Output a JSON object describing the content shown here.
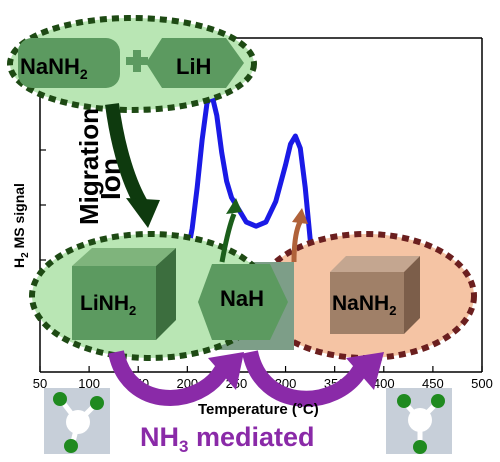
{
  "chart_data": {
    "type": "line",
    "xlabel": "Temperature (°C)",
    "ylabel_main": "H",
    "ylabel_sub": "2",
    "ylabel_rest": " MS signal",
    "x_ticks": [
      "50",
      "100",
      "150",
      "200",
      "250",
      "300",
      "350",
      "400",
      "450",
      "500"
    ],
    "xlim": [
      50,
      500
    ],
    "series": [
      {
        "color": "#1a1ae6",
        "x": [
          50,
          70,
          100,
          130,
          160,
          180,
          190,
          200,
          205,
          210,
          215,
          220,
          225,
          230,
          235,
          240,
          245,
          250,
          255,
          260,
          270,
          280,
          290,
          300,
          305,
          310,
          315,
          320,
          325,
          330,
          340,
          350
        ],
        "y": [
          0.02,
          0.03,
          0.04,
          0.06,
          0.09,
          0.12,
          0.15,
          0.22,
          0.35,
          0.55,
          0.78,
          0.96,
          1.0,
          0.9,
          0.72,
          0.58,
          0.5,
          0.46,
          0.42,
          0.38,
          0.36,
          0.38,
          0.48,
          0.66,
          0.76,
          0.8,
          0.74,
          0.55,
          0.3,
          0.12,
          0.04,
          0.02
        ]
      }
    ]
  },
  "diagram": {
    "top_left_compound_a": "NaNH",
    "top_left_compound_a_sub": "2",
    "top_left_compound_b": "LiH",
    "bottom_left_compound_a": "LiNH",
    "bottom_left_compound_a_sub": "2",
    "bottom_left_compound_b": "NaH",
    "bottom_right_compound": "NaNH",
    "bottom_right_compound_sub": "2",
    "ion_label_line1": "Ion",
    "ion_label_line2": "Migration",
    "mediated_prefix": "NH",
    "mediated_sub": "3",
    "mediated_suffix": " mediated"
  },
  "colors": {
    "light_green": "#b9e6b4",
    "mid_green": "#5c9a60",
    "dark_green_border": "#1e4a14",
    "dark_green_arrow": "#0e3a0e",
    "salmon": "#f5c4a4",
    "brown_border": "#6b1f1f",
    "brown_box": "#a08068",
    "purple": "#8a2aa8",
    "curve_blue": "#1a1ae6"
  }
}
